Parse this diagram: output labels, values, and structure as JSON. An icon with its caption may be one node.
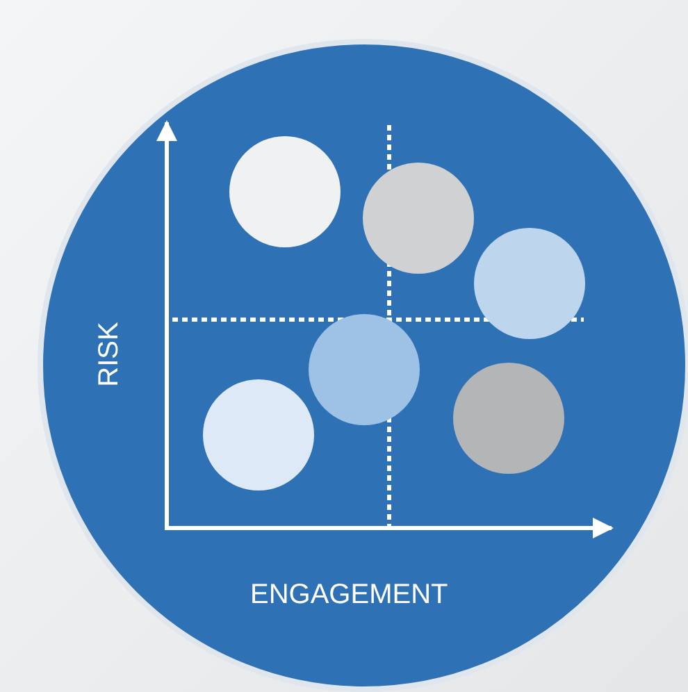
{
  "diagram": {
    "nodes": [
      {
        "text": [],
        "shape": "circle"
      },
      {
        "text": [],
        "shape": "circle"
      },
      {
        "text": [],
        "shape": "circle"
      },
      {
        "text": [],
        "shape": "circle"
      },
      {
        "text": [],
        "shape": "circle"
      },
      {
        "text": [],
        "shape": "circle"
      }
    ],
    "edges": [],
    "labels": [
      "RISK",
      "ENGAGEMENT"
    ]
  }
}
